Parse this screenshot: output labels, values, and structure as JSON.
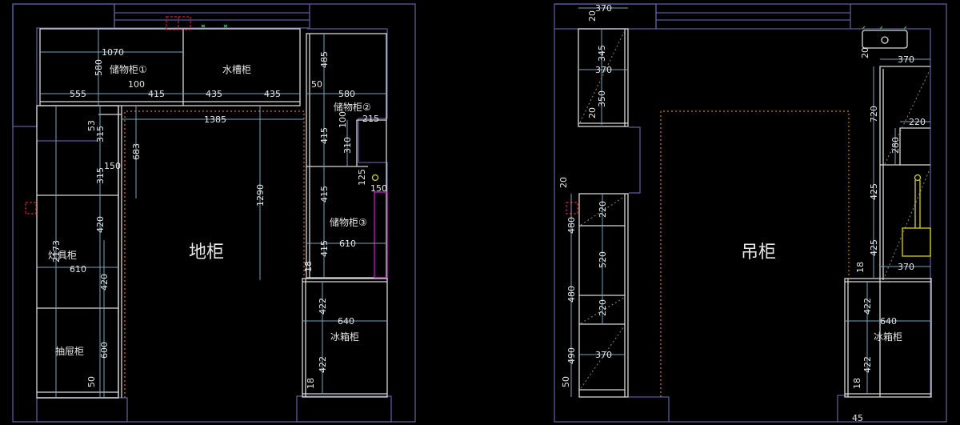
{
  "left_plan": {
    "title": "地柜",
    "cabinets": {
      "storage1": "储物柜①",
      "sink": "水槽柜",
      "storage2": "储物柜②",
      "storage3": "储物柜③",
      "stove": "灶具柜",
      "drawer": "抽屉柜",
      "fridge": "冰箱柜"
    },
    "dims": {
      "top_1070": "1070",
      "top_580": "580",
      "top_100": "100",
      "top_555": "555",
      "top_415": "415",
      "top_435a": "435",
      "top_435b": "435",
      "top_50": "50",
      "r_485": "485",
      "r_580": "580",
      "r_100": "100",
      "r_215": "215",
      "r_415a": "415",
      "r_310": "310",
      "r_125": "125",
      "r_150": "150",
      "r_415b": "415",
      "r_610": "610",
      "r_415c": "415",
      "r_18": "18",
      "c_1385": "1385",
      "c_683": "683",
      "c_1290": "1290",
      "l_53": "53",
      "l_315a": "315",
      "l_150": "150",
      "l_315b": "315",
      "l_420a": "420",
      "l_2173": "2173",
      "l_610": "610",
      "l_420b": "420",
      "l_600": "600",
      "l_50": "50",
      "f_422a": "422",
      "f_640": "640",
      "f_422b": "422",
      "f_18": "18"
    }
  },
  "right_plan": {
    "title": "吊柜",
    "cabinets": {
      "fridge": "冰箱柜"
    },
    "dims": {
      "t_370": "370",
      "t_20": "20",
      "t_345": "345",
      "t_370b": "370",
      "t_350": "350",
      "t_20b": "20",
      "l_20": "20",
      "l_480a": "480",
      "l_220a": "220",
      "l_520": "520",
      "l_480b": "480",
      "l_220b": "220",
      "l_490": "490",
      "l_370": "370",
      "l_50": "50",
      "r_20": "20",
      "r_370a": "370",
      "r_720": "720",
      "r_220": "220",
      "r_280": "280",
      "r_425a": "425",
      "r_425b": "425",
      "r_370b": "370",
      "r_18": "18",
      "f_422a": "422",
      "f_640": "640",
      "f_422b": "422",
      "f_18": "18",
      "f_45": "45"
    }
  }
}
